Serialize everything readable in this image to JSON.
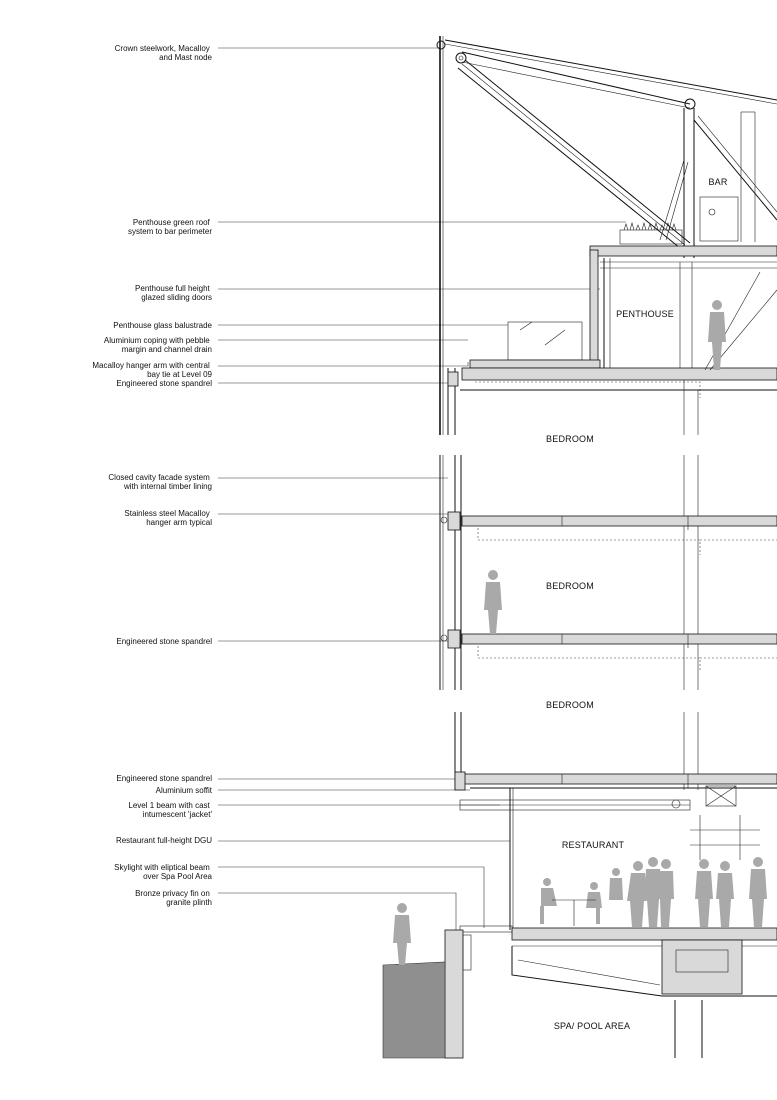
{
  "annotations": [
    {
      "lines": [
        "Crown steelwork, Macalloy",
        "and Mast node"
      ]
    },
    {
      "lines": [
        "Penthouse green roof",
        "system to bar perimeter"
      ]
    },
    {
      "lines": [
        "Penthouse full height",
        "glazed sliding doors"
      ]
    },
    {
      "lines": [
        "Penthouse glass balustrade"
      ]
    },
    {
      "lines": [
        "Aluminium coping with pebble",
        "margin and channel drain"
      ]
    },
    {
      "lines": [
        "Macalloy hanger arm with central",
        "bay tie at Level 09"
      ]
    },
    {
      "lines": [
        "Engineered stone spandrel"
      ]
    },
    {
      "lines": [
        "Closed cavity facade system",
        "with internal timber lining"
      ]
    },
    {
      "lines": [
        "Stainless steel Macalloy",
        "hanger arm typical"
      ]
    },
    {
      "lines": [
        "Engineered stone spandrel"
      ]
    },
    {
      "lines": [
        "Engineered stone spandrel"
      ]
    },
    {
      "lines": [
        "Aluminium soffit"
      ]
    },
    {
      "lines": [
        "Level 1 beam with cast",
        "intumescent 'jacket'"
      ]
    },
    {
      "lines": [
        "Restaurant full-height DGU"
      ]
    },
    {
      "lines": [
        "Skylight with eliptical beam",
        "over Spa Pool Area"
      ]
    },
    {
      "lines": [
        "Bronze privacy fin on",
        "granite plinth"
      ]
    }
  ],
  "rooms": {
    "bar": "BAR",
    "penthouse": "PENTHOUSE",
    "bedroom_1": "BEDROOM",
    "bedroom_2": "BEDROOM",
    "bedroom_3": "BEDROOM",
    "restaurant": "RESTAURANT",
    "spa": "SPA/ POOL AREA"
  },
  "colors": {
    "line": "#111111",
    "slab_fill": "#d9d9d9",
    "figure_fill": "#a9a9a9",
    "ground_fill": "#8f8f8f"
  }
}
